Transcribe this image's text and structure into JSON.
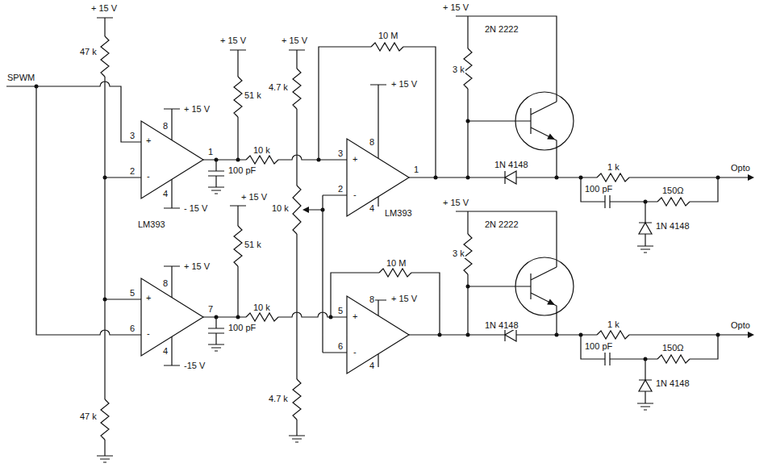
{
  "diagram": {
    "labels": [
      "+ 15 V",
      "47 k",
      "SPWM",
      "+ 15 V",
      "8",
      "3",
      "+",
      "2",
      "-",
      "1",
      "4",
      "- 15 V",
      "LM393",
      "+ 15 V",
      "8",
      "5",
      "+",
      "6",
      "-",
      "7",
      "4",
      "-15 V",
      "47 k",
      "+ 15 V",
      "51 k",
      "10 k",
      "100 pF",
      "+ 15 V",
      "51 k",
      "10 k",
      "100 pF",
      "+ 15 V",
      "4.7 k",
      "10 k",
      "4.7 k",
      "10 M",
      "+ 15 V",
      "8",
      "3",
      "+",
      "2",
      "-",
      "1",
      "4",
      "LM393",
      "10 M",
      "+ 15 V",
      "8",
      "5",
      "+",
      "6",
      "-",
      "4",
      "+ 15 V",
      "2N 2222",
      "3 k",
      "1N 4148",
      "1 k",
      "Opto",
      "100 pF",
      "150Ω",
      "1N 4148",
      "+ 15 V",
      "2N 2222",
      "3 k",
      "1N 4148",
      "1 k",
      "Opto",
      "100 pF",
      "150Ω",
      "1N 4148"
    ]
  }
}
